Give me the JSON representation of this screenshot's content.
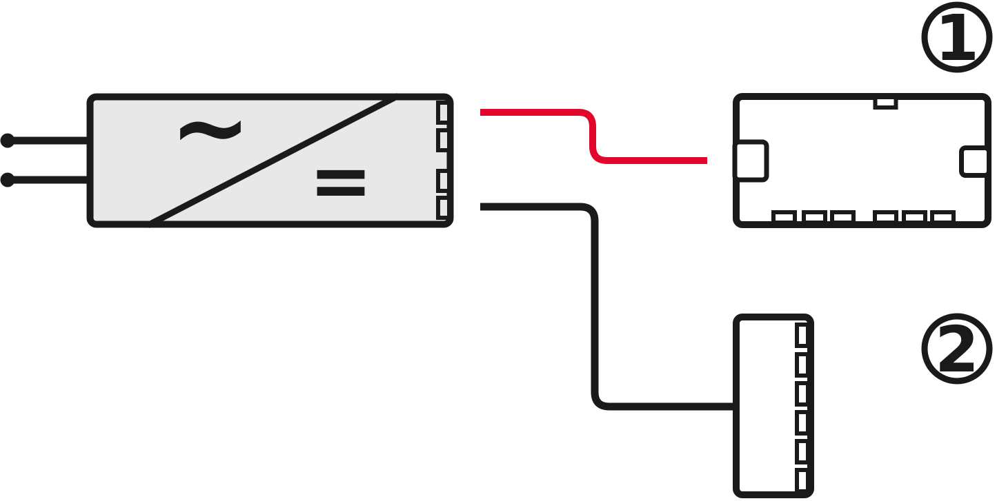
{
  "background": "#ffffff",
  "colors": {
    "outline": "#1a1a1a",
    "red_wire": "#e2062c",
    "black_wire": "#1a1a1a",
    "power_supply_fill": "#e8e8e8",
    "device_fill": "#ffffff"
  },
  "power_supply": {
    "ac_symbol": "~",
    "dc_symbol": "=",
    "mains_terminals": 2,
    "output_slots": 4
  },
  "devices": {
    "device1_bottom_slots": 6,
    "device2_side_slots": 6
  },
  "callouts": [
    {
      "label": "1"
    },
    {
      "label": "2"
    }
  ]
}
